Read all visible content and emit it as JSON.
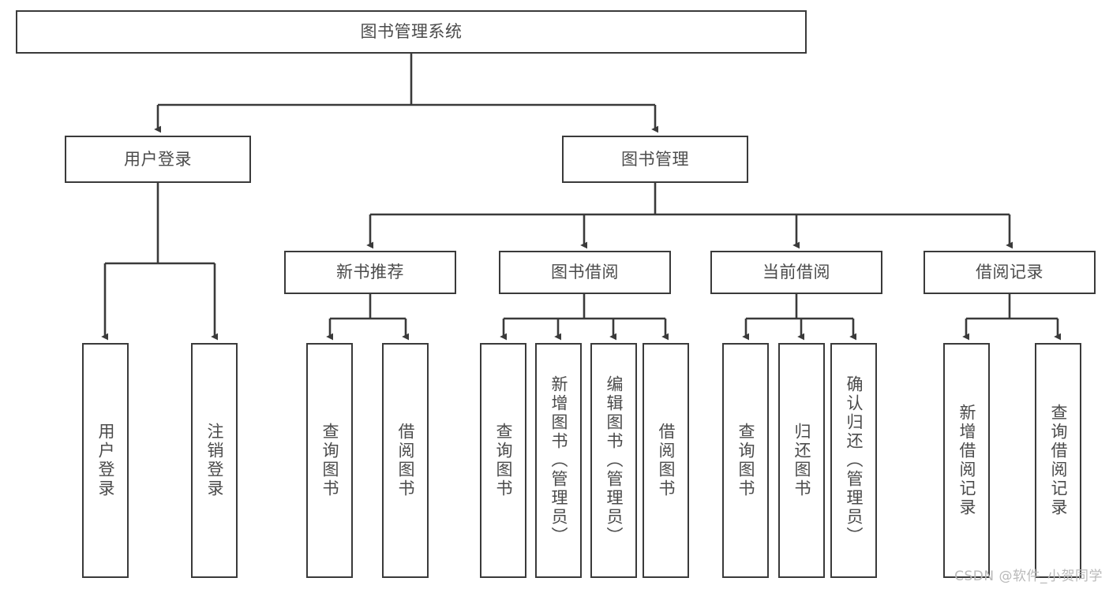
{
  "diagram": {
    "title": "图书管理系统",
    "type": "tree",
    "background_color": "#ffffff",
    "box_border_color": "#3a3a3a",
    "text_color": "#4b4b4b",
    "connector_color": "#3a3a3a"
  },
  "nodes": {
    "root": {
      "label": "图书管理系统",
      "orientation": "horizontal"
    },
    "level1": [
      {
        "label": "用户登录",
        "orientation": "horizontal"
      },
      {
        "label": "图书管理",
        "orientation": "horizontal"
      }
    ],
    "level2": [
      {
        "label": "新书推荐",
        "orientation": "horizontal"
      },
      {
        "label": "图书借阅",
        "orientation": "horizontal"
      },
      {
        "label": "当前借阅",
        "orientation": "horizontal"
      },
      {
        "label": "借阅记录",
        "orientation": "horizontal"
      }
    ],
    "leaves": {
      "user_login": [
        {
          "label": "用户登录",
          "orientation": "vertical"
        },
        {
          "label": "注销登录",
          "orientation": "vertical"
        }
      ],
      "new_book_recommend": [
        {
          "label": "查询图书",
          "orientation": "vertical"
        },
        {
          "label": "借阅图书",
          "orientation": "vertical"
        }
      ],
      "book_borrow": [
        {
          "label": "查询图书",
          "orientation": "vertical"
        },
        {
          "label": "新增图书（管理员）",
          "orientation": "vertical"
        },
        {
          "label": "编辑图书（管理员）",
          "orientation": "vertical"
        },
        {
          "label": "借阅图书",
          "orientation": "vertical"
        }
      ],
      "current_borrow": [
        {
          "label": "查询图书",
          "orientation": "vertical"
        },
        {
          "label": "归还图书",
          "orientation": "vertical"
        },
        {
          "label": "确认归还（管理员）",
          "orientation": "vertical"
        }
      ],
      "borrow_record": [
        {
          "label": "新增借阅记录",
          "orientation": "vertical"
        },
        {
          "label": "查询借阅记录",
          "orientation": "vertical"
        }
      ]
    }
  },
  "watermark": {
    "text": "CSDN @软件_小贺同学"
  }
}
